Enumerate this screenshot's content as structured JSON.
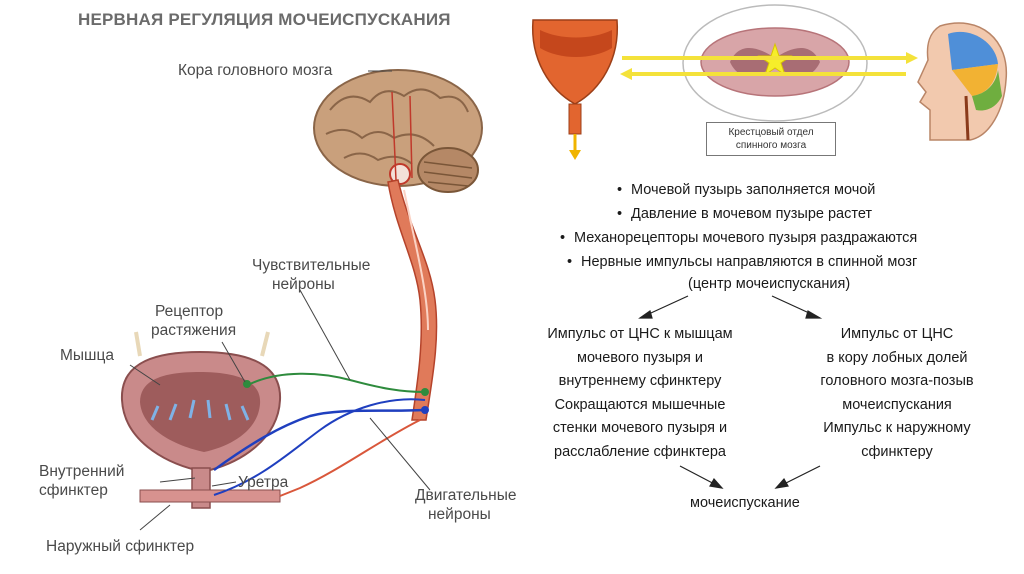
{
  "diagram": {
    "title": "НЕРВНАЯ РЕГУЛЯЦИЯ МОЧЕИСПУСКАНИЯ",
    "labels": {
      "cortex": "Кора головного мозга",
      "sensory_1": "Чувствительные",
      "sensory_2": "нейроны",
      "receptor_1": "Рецептор",
      "receptor_2": "растяжения",
      "muscle": "Мышца",
      "inner_sphincter_1": "Внутренний",
      "inner_sphincter_2": "сфинктер",
      "urethra": "Уретра",
      "motor_1": "Двигательные",
      "motor_2": "нейроны",
      "outer_sphincter": "Наружный сфинктер"
    }
  },
  "inset": {
    "caption_line1": "Крестцовый отдел",
    "caption_line2": "спинного мозга"
  },
  "text": {
    "bullets": [
      "Мочевой пузырь заполняется мочой",
      "Давление  в мочевом пузыре растет",
      "Механорецепторы мочевого пузыря раздражаются",
      "Нервные импульсы направляются в спинной мозг"
    ],
    "center_note": "(центр мочеиспускания)",
    "left_box": [
      "Импульс от ЦНС к мышцам",
      "мочевого пузыря и",
      "внутреннему сфинктеру",
      "Сокращаются мышечные",
      "стенки мочевого пузыря и",
      "расслабление сфинктера"
    ],
    "right_box": [
      "Импульс от ЦНС",
      "в кору лобных долей",
      "головного мозга-позыв",
      "мочеиспускания",
      "Импульс к наружному",
      "сфинктеру"
    ],
    "result": "мочеиспускание"
  },
  "colors": {
    "sensory": "#2e8b3d",
    "motor": "#1f3fbf",
    "spinal": "#d9573b",
    "bladder": "#c98a8a",
    "arrow_yellow": "#f4e23a"
  }
}
